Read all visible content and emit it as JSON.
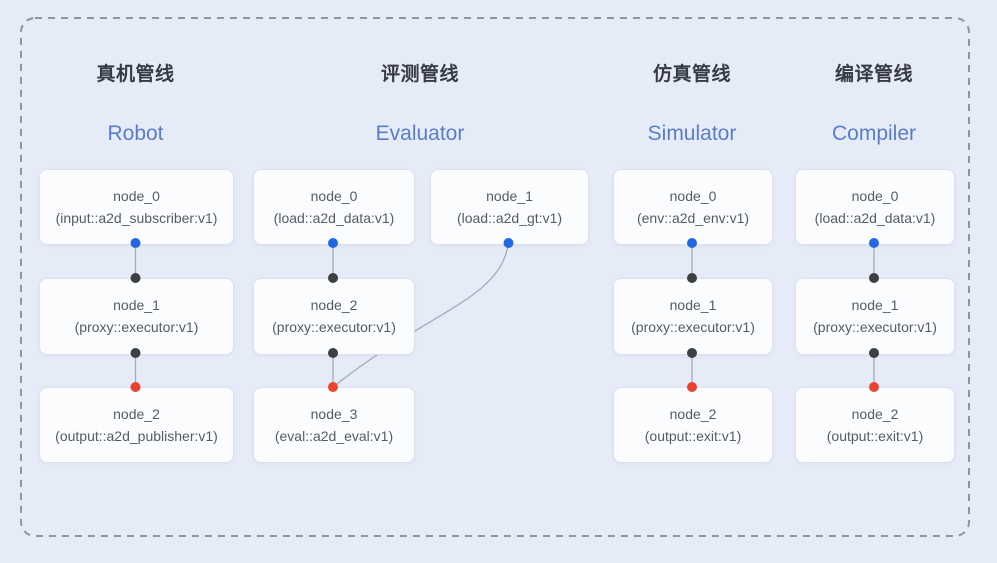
{
  "pipelines": [
    {
      "heading": "真机管线",
      "name": "Robot",
      "nodes": [
        {
          "title": "node_0",
          "subtitle": "(input::a2d_subscriber:v1)"
        },
        {
          "title": "node_1",
          "subtitle": "(proxy::executor:v1)"
        },
        {
          "title": "node_2",
          "subtitle": "(output::a2d_publisher:v1)"
        }
      ]
    },
    {
      "heading": "评测管线",
      "name": "Evaluator",
      "nodes": [
        {
          "title": "node_0",
          "subtitle": "(load::a2d_data:v1)"
        },
        {
          "title": "node_1",
          "subtitle": "(load::a2d_gt:v1)"
        },
        {
          "title": "node_2",
          "subtitle": "(proxy::executor:v1)"
        },
        {
          "title": "node_3",
          "subtitle": "(eval::a2d_eval:v1)"
        }
      ]
    },
    {
      "heading": "仿真管线",
      "name": "Simulator",
      "nodes": [
        {
          "title": "node_0",
          "subtitle": "(env::a2d_env:v1)"
        },
        {
          "title": "node_1",
          "subtitle": "(proxy::executor:v1)"
        },
        {
          "title": "node_2",
          "subtitle": "(output::exit:v1)"
        }
      ]
    },
    {
      "heading": "编译管线",
      "name": "Compiler",
      "nodes": [
        {
          "title": "node_0",
          "subtitle": "(load::a2d_data:v1)"
        },
        {
          "title": "node_1",
          "subtitle": "(proxy::executor:v1)"
        },
        {
          "title": "node_2",
          "subtitle": "(output::exit:v1)"
        }
      ]
    }
  ],
  "colors": {
    "background": "#e6ebf8",
    "frame_border": "#8f95a1",
    "node_fill": "#fbfcfe",
    "node_border": "#dde1ea",
    "node_text": "#555b66",
    "heading_text": "#363b44",
    "pipeline_name_text": "#5a7dc8",
    "wire": "#a3abbd",
    "port_blue": "#2268e3",
    "port_black": "#3c4043",
    "port_red": "#e9432e"
  }
}
